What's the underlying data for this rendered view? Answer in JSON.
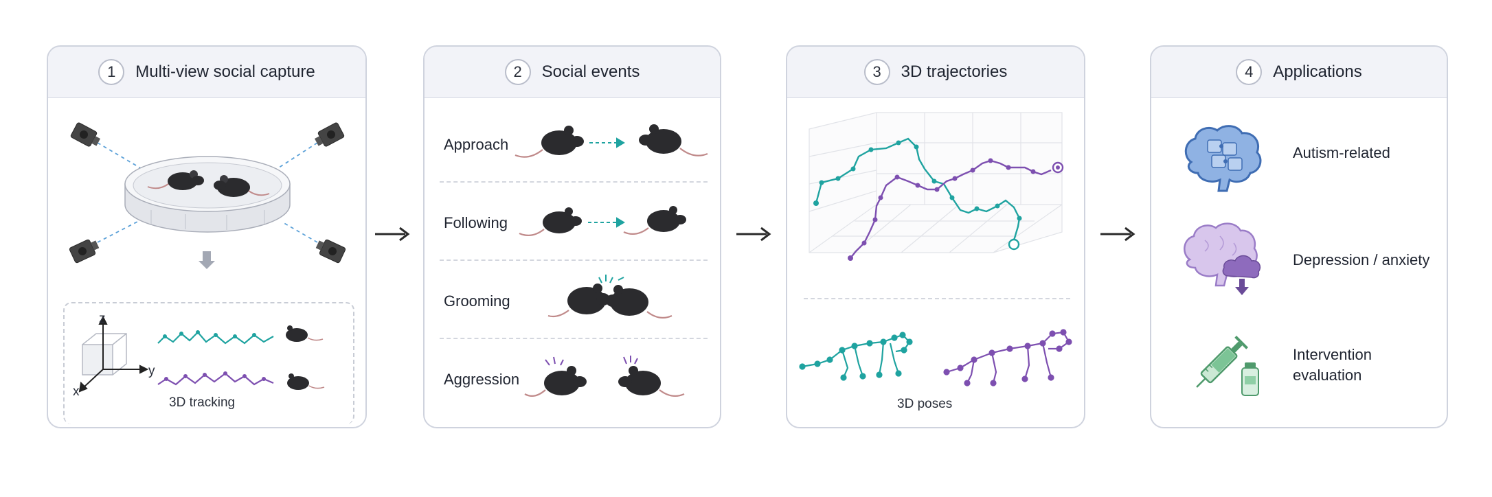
{
  "steps": [
    {
      "number": "1",
      "title": "Multi-view social capture"
    },
    {
      "number": "2",
      "title": "Social events"
    },
    {
      "number": "3",
      "title": "3D trajectories"
    },
    {
      "number": "4",
      "title": "Applications"
    }
  ],
  "capture": {
    "axes": {
      "z": "z",
      "y": "y",
      "x": "x"
    },
    "caption": "3D tracking"
  },
  "events": [
    "Approach",
    "Following",
    "Grooming",
    "Aggression"
  ],
  "trajectories": {
    "poses_caption": "3D poses"
  },
  "applications": [
    {
      "label": "Autism-related"
    },
    {
      "label": "Depression / anxiety"
    },
    {
      "label_line1": "Intervention",
      "label_line2": "evaluation"
    }
  ],
  "colors": {
    "teal": "#1fa3a0",
    "purple": "#7d4fb0",
    "brain_blue": "#5b86c9",
    "brain_purple": "#a888cc",
    "syringe_green": "#5aa87a",
    "mouse": "#2b2b2e",
    "arrow": "#2a2a2a"
  }
}
